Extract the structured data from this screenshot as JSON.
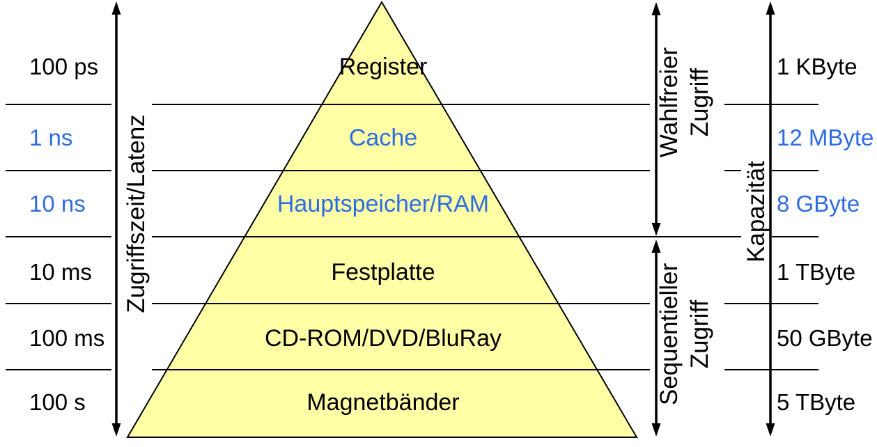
{
  "colors": {
    "highlight_blue": "#2d6ce4",
    "pyramid_fill": "#ffffa5",
    "line_black": "#000000"
  },
  "axes": {
    "latency_label": "Zugriffszeit/Latenz",
    "capacity_label": "Kapazität"
  },
  "access_groups": [
    {
      "line1": "Wahlfreier",
      "line2": "Zugriff"
    },
    {
      "line1": "Sequentieller",
      "line2": "Zugriff"
    }
  ],
  "levels": [
    {
      "name": "Register",
      "access_time": "100 ps",
      "capacity": "1 KByte",
      "highlighted": false
    },
    {
      "name": "Cache",
      "access_time": "1 ns",
      "capacity": "12 MByte",
      "highlighted": true
    },
    {
      "name": "Hauptspeicher/RAM",
      "access_time": "10 ns",
      "capacity": "8 GByte",
      "highlighted": true
    },
    {
      "name": "Festplatte",
      "access_time": "10 ms",
      "capacity": "1 TByte",
      "highlighted": false
    },
    {
      "name": "CD-ROM/DVD/BluRay",
      "access_time": "100 ms",
      "capacity": "50 GByte",
      "highlighted": false
    },
    {
      "name": "Magnetbänder",
      "access_time": "100 s",
      "capacity": "5 TByte",
      "highlighted": false
    }
  ]
}
